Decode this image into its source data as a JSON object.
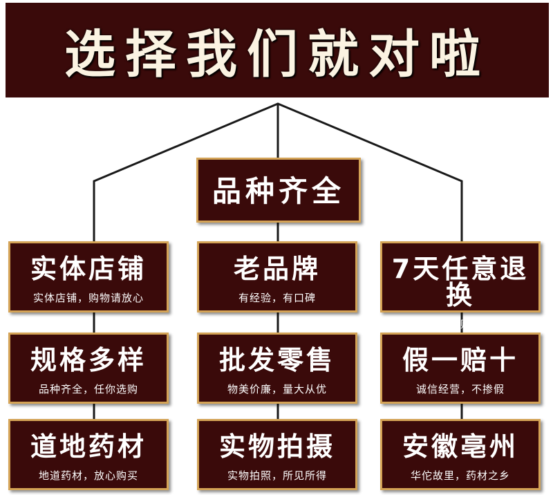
{
  "banner": {
    "title": "选择我们就对啦"
  },
  "colors": {
    "box_bg": "#3a0a0a",
    "box_border": "#d4a356",
    "line": "#1a1a1a",
    "banner_text": "#fbf3e2"
  },
  "center": {
    "title": "品种齐全"
  },
  "columns": [
    [
      {
        "title": "实体店铺",
        "subtitle": "实体店铺，购物请放心"
      },
      {
        "title": "规格多样",
        "subtitle": "品种齐全，任你选购"
      },
      {
        "title": "道地药材",
        "subtitle": "地道药材，放心购买"
      }
    ],
    [
      {
        "title": "老品牌",
        "subtitle": "有经验，有口碑"
      },
      {
        "title": "批发零售",
        "subtitle": "物美价廉，量大从优"
      },
      {
        "title": "实物拍摄",
        "subtitle": "实物拍照，所见所得"
      }
    ],
    [
      {
        "title": "7天任意退换",
        "subtitle": "消除您的购物疑虑"
      },
      {
        "title": "假一赔十",
        "subtitle": "诚信经营，不掺假"
      },
      {
        "title": "安徽亳州",
        "subtitle": "华佗故里，药材之乡"
      }
    ]
  ]
}
